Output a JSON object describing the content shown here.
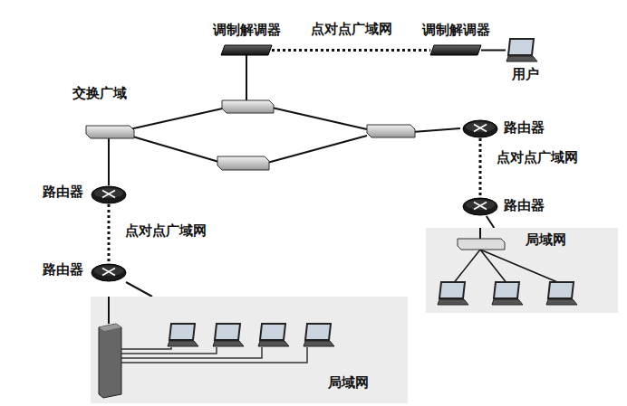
{
  "diagram": {
    "nodes": [
      {
        "text": [
          "调制解调器"
        ]
      },
      {
        "text": [
          "调制解调器"
        ]
      },
      {
        "text": [
          "用户"
        ]
      },
      {
        "text": [
          "路由器"
        ]
      },
      {
        "text": [
          "路由器"
        ]
      },
      {
        "text": [
          "局域网"
        ]
      },
      {
        "text": [
          "路由器"
        ]
      },
      {
        "text": [
          "路由器"
        ]
      },
      {
        "text": [
          "局域网"
        ]
      }
    ],
    "edges": [
      {
        "from": 0,
        "to": 1,
        "label": "点对点广域网",
        "arrow": "none"
      },
      {
        "from": 1,
        "to": 2,
        "arrow": "none"
      },
      {
        "from": 3,
        "to": 4,
        "label": "点对点广域网",
        "arrow": "none"
      },
      {
        "from": 4,
        "to": 5,
        "arrow": "none"
      },
      {
        "from": 6,
        "to": 7,
        "label": "点对点广域网",
        "arrow": "none"
      },
      {
        "from": 7,
        "to": 8,
        "arrow": "none"
      }
    ],
    "labels": [
      "交换广域"
    ]
  }
}
